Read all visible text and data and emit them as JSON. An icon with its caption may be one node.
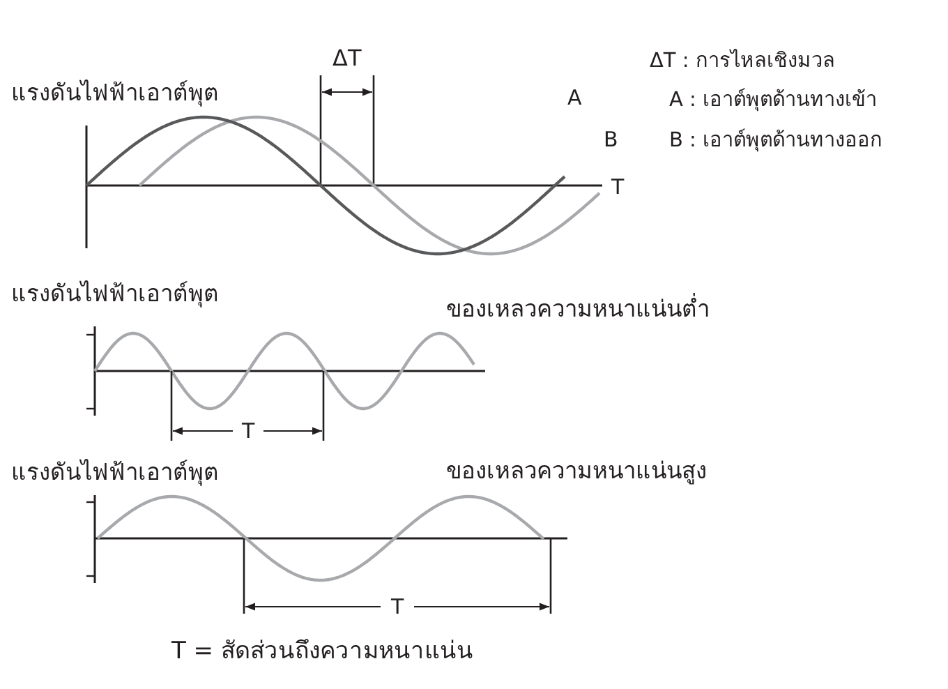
{
  "diagram": {
    "labels": [
      "ΔT",
      "ΔT : การไหลเชิงมวล",
      "แรงดันไฟฟ้าเอาต์พุต",
      "A",
      "A : เอาต์พุตด้านทางเข้า",
      "B",
      "B : เอาต์พุตด้านทางออก",
      "T",
      "แรงดันไฟฟ้าเอาต์พุต",
      "ของเหลวความหนาแน่นต่ำ",
      "T",
      "แรงดันไฟฟ้าเอาต์พุต",
      "ของเหลวความหนาแน่นสูง",
      "T",
      "T = สัดส่วนถึงความหนาแน่น"
    ]
  }
}
